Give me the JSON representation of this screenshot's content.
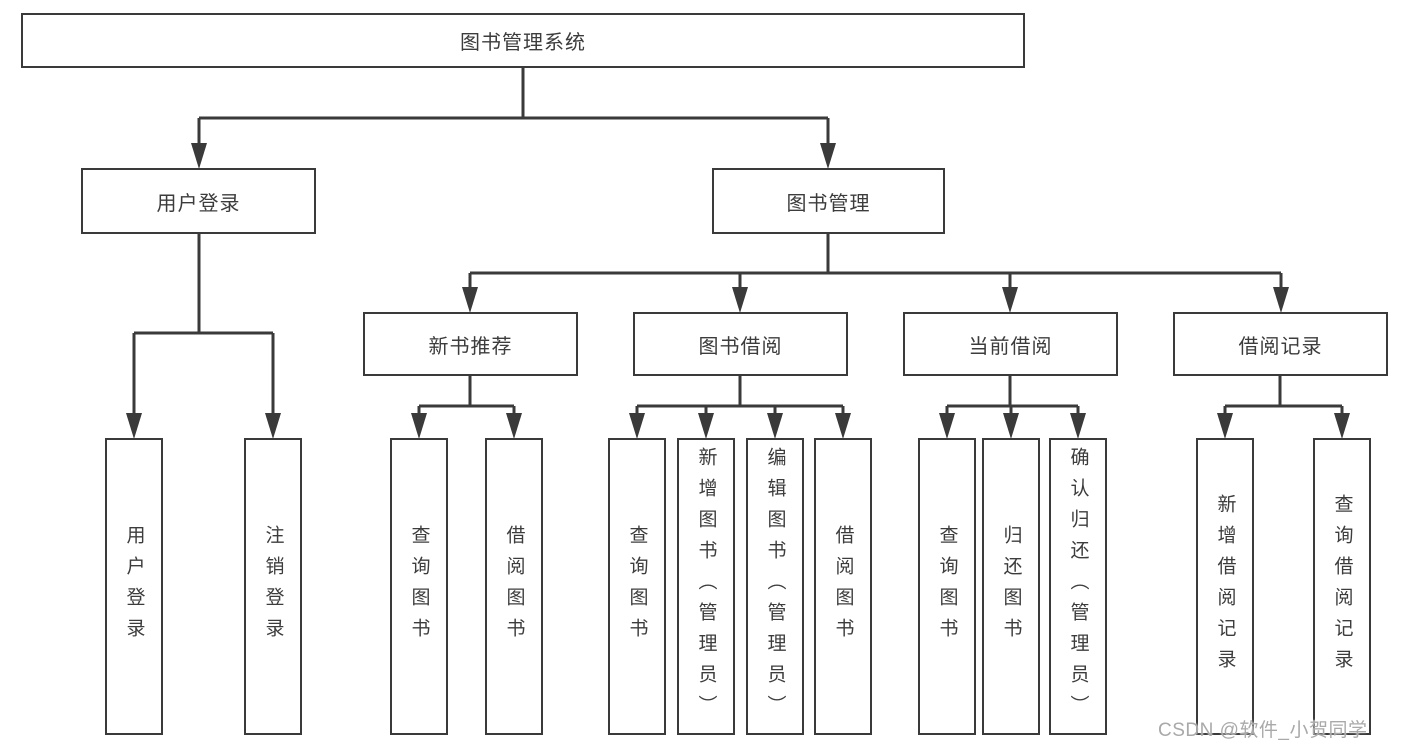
{
  "diagram": {
    "root": "图书管理系统",
    "branches": [
      {
        "label": "用户登录",
        "children": [
          "用户登录",
          "注销登录"
        ]
      },
      {
        "label": "图书管理",
        "groups": [
          {
            "label": "新书推荐",
            "children": [
              "查询图书",
              "借阅图书"
            ]
          },
          {
            "label": "图书借阅",
            "children": [
              "查询图书",
              "新增图书（管理员）",
              "编辑图书（管理员）",
              "借阅图书"
            ]
          },
          {
            "label": "当前借阅",
            "children": [
              "查询图书",
              "归还图书",
              "确认归还（管理员）"
            ]
          },
          {
            "label": "借阅记录",
            "children": [
              "新增借阅记录",
              "查询借阅记录"
            ]
          }
        ]
      }
    ]
  },
  "watermark": "CSDN @软件_小贺同学",
  "colors": {
    "line": "#3a3a3a",
    "text": "#3c3c3c",
    "background": "#ffffff",
    "watermark": "#a9a9a9"
  }
}
